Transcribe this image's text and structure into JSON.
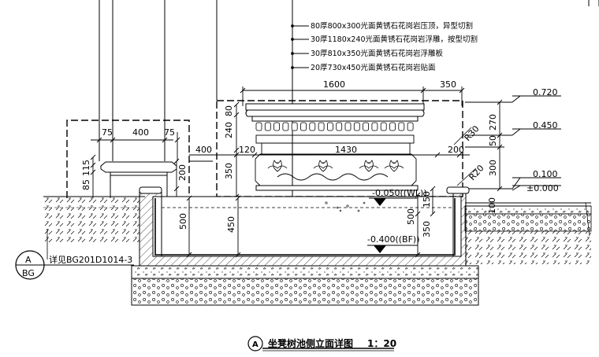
{
  "notes": [
    "80厚800x300光面黄锈石花岗岩压顶，异型切割",
    "30厚1180x240光面黄锈石花岗岩浮雕，按型切割",
    "30厚810x350光面黄锈石花岗岩浮雕板",
    "20厚730x450光面黄锈石花岗岩贴面"
  ],
  "dimensions": {
    "top_1600": "1600",
    "top_350": "350",
    "d75a": "75",
    "d400": "400",
    "d75b": "75",
    "v80": "80",
    "v240": "240",
    "v350": "350",
    "v270": "270",
    "v50": "50",
    "v300": "300",
    "d400b": "400",
    "d120": "120",
    "d1430": "1430",
    "d200h": "200",
    "r30": "R30",
    "r20": "R20",
    "v115": "115",
    "v85": "85",
    "v200": "200",
    "v500a": "500",
    "v450": "450",
    "v500b": "500",
    "v350b": "350",
    "v150": "150",
    "v100": "100"
  },
  "levels": {
    "l720": "0.720",
    "l450": "0.450",
    "l100": "0.100",
    "l000": "±0.000",
    "wl": "-0.050((WL))",
    "bf": "-0.400((BF))"
  },
  "callout": {
    "letter": "A",
    "sheet": "BG",
    "ref": "详见BG201D1014-3"
  },
  "title": {
    "marker": "A",
    "text": "坐凳树池侧立面详图",
    "scale": "1：20"
  }
}
